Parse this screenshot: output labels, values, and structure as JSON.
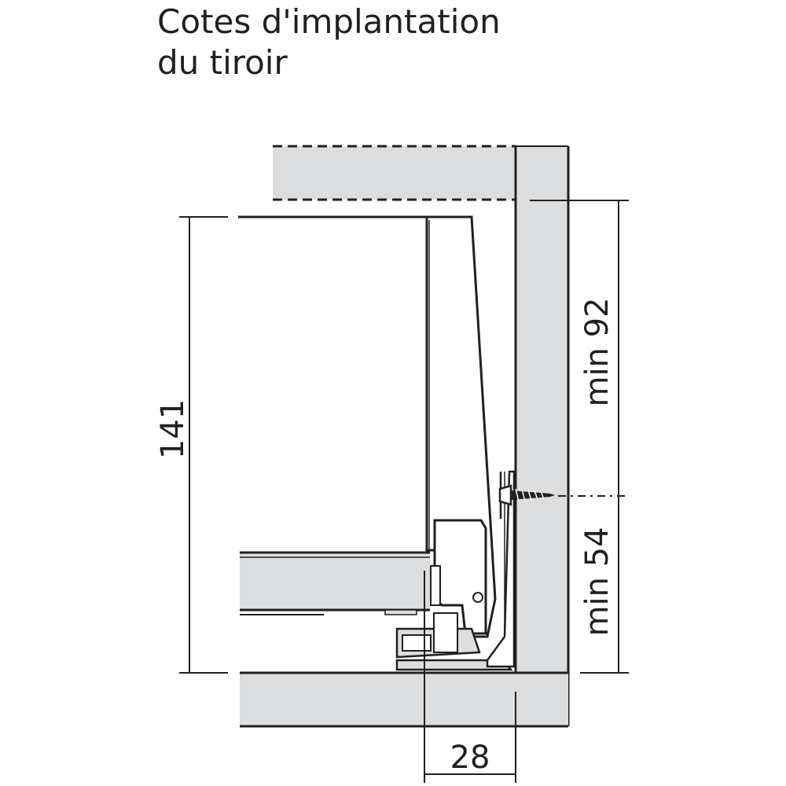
{
  "title": {
    "line1": "Cotes d'implantation",
    "line2": "du tiroir"
  },
  "dimensions": {
    "height": "141",
    "upper_clearance": "min 92",
    "lower_clearance": "min 54",
    "setback": "28"
  },
  "colors": {
    "panel_fill": "#dcdddf",
    "line": "#231f20"
  }
}
